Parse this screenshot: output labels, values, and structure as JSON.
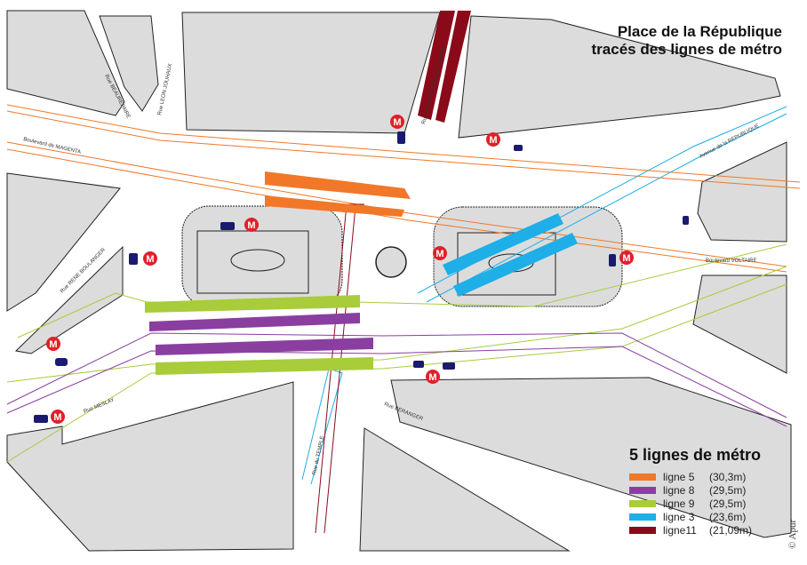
{
  "title": {
    "line1": "Place de la République",
    "line2": "tracés des lignes de métro"
  },
  "legend": {
    "heading": "5 lignes de métro",
    "items": [
      {
        "label": "ligne 5",
        "depth": "(30,3m)",
        "color": "#f07828"
      },
      {
        "label": "ligne 8",
        "depth": "(29,5m)",
        "color": "#8a3fa0"
      },
      {
        "label": "ligne 9",
        "depth": "(29,5m)",
        "color": "#a8cc3a"
      },
      {
        "label": "ligne 3",
        "depth": "(23,6m)",
        "color": "#1eaee8"
      },
      {
        "label": "ligne11",
        "depth": "(21,09m)",
        "color": "#8b0a1a"
      }
    ]
  },
  "streets": {
    "beaurepaire": "Rue BEAUREPAIRE",
    "jouhaux": "Rue LEON JOUHAUX",
    "magenta": "Boulevard de MAGENTA",
    "faubourg": "Rue du FAUBOURG DU TEMPLE",
    "republique": "Avenue de la REPUBLIQUE",
    "voltaire": "Boulevard VOLTAIRE",
    "beranger": "Rue BERANGER",
    "temple": "Rue du TEMPLE",
    "boulanger": "Rue RENE BOULANGER",
    "meslay": "Rue MESLAY"
  },
  "metro_symbol": "M",
  "copyright": "© Apur"
}
